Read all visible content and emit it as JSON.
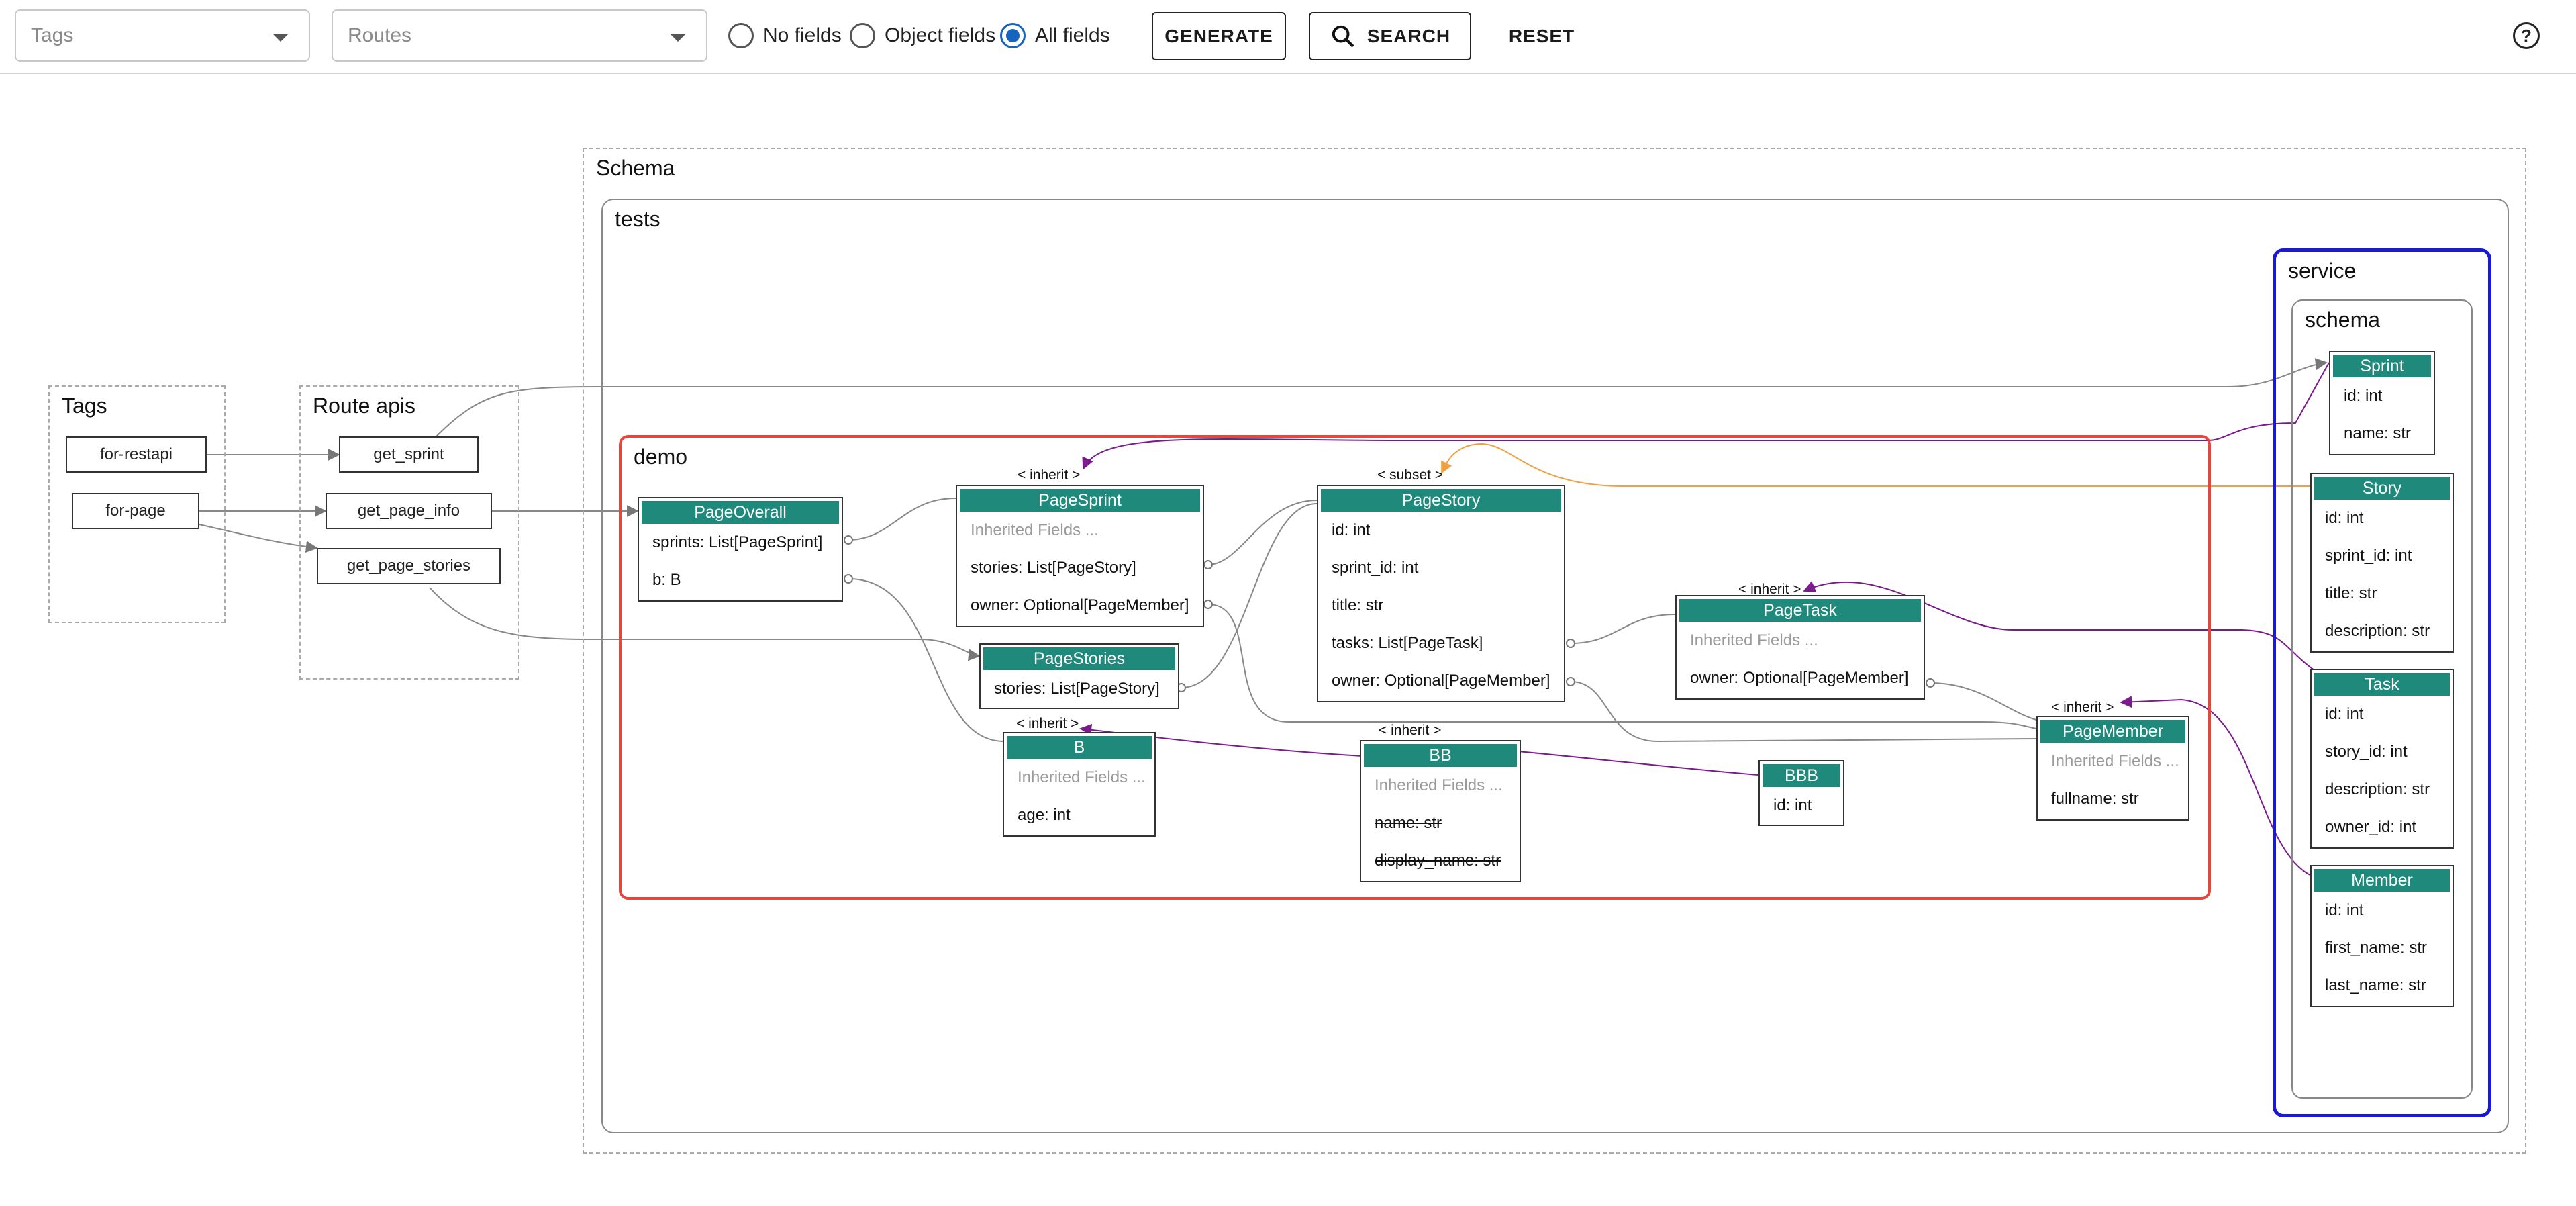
{
  "toolbar": {
    "tags_placeholder": "Tags",
    "routes_placeholder": "Routes",
    "radio_no_fields": "No fields",
    "radio_object_fields": "Object fields",
    "radio_all_fields": "All fields",
    "selected_radio": "All fields",
    "generate_label": "GENERATE",
    "search_label": "SEARCH",
    "reset_label": "RESET",
    "help_symbol": "?"
  },
  "clusters": {
    "tags": "Tags",
    "route_apis": "Route apis",
    "schema": "Schema",
    "tests": "tests",
    "demo": "demo",
    "service": "service",
    "service_schema": "schema"
  },
  "tags": [
    "for-restapi",
    "for-page"
  ],
  "routes": [
    "get_sprint",
    "get_page_info",
    "get_page_stories"
  ],
  "nodes": {
    "page_overall": {
      "title": "PageOverall",
      "fields": [
        "sprints: List[PageSprint]",
        "b: B"
      ]
    },
    "page_sprint": {
      "title": "PageSprint",
      "fields": [
        "Inherited Fields ...",
        "stories: List[PageStory]",
        "owner: Optional[PageMember]"
      ]
    },
    "page_stories": {
      "title": "PageStories",
      "fields": [
        "stories: List[PageStory]"
      ]
    },
    "page_story": {
      "title": "PageStory",
      "fields": [
        "id: int",
        "sprint_id: int",
        "title: str",
        "tasks: List[PageTask]",
        "owner: Optional[PageMember]"
      ]
    },
    "page_task": {
      "title": "PageTask",
      "fields": [
        "Inherited Fields ...",
        "owner: Optional[PageMember]"
      ]
    },
    "page_member": {
      "title": "PageMember",
      "fields": [
        "Inherited Fields ...",
        "fullname: str"
      ]
    },
    "b": {
      "title": "B",
      "fields": [
        "Inherited Fields ...",
        "age: int"
      ]
    },
    "bb": {
      "title": "BB",
      "fields": [
        "Inherited Fields ...",
        "name: str",
        "display_name: str"
      ]
    },
    "bbb": {
      "title": "BBB",
      "fields": [
        "id: int"
      ]
    },
    "sprint": {
      "title": "Sprint",
      "fields": [
        "id: int",
        "name: str"
      ]
    },
    "story": {
      "title": "Story",
      "fields": [
        "id: int",
        "sprint_id: int",
        "title: str",
        "description: str"
      ]
    },
    "task": {
      "title": "Task",
      "fields": [
        "id: int",
        "story_id: int",
        "description: str",
        "owner_id: int"
      ]
    },
    "member": {
      "title": "Member",
      "fields": [
        "id: int",
        "first_name: str",
        "last_name: str"
      ]
    }
  },
  "edge_labels": {
    "inherit_sprint": "< inherit >",
    "subset_story": "< subset >",
    "inherit_task": "< inherit >",
    "inherit_member": "< inherit >",
    "inherit_b": "< inherit >",
    "inherit_bb": "< inherit >"
  },
  "colors": {
    "accent_blue": "#1565c0",
    "node_header": "#1f8a7c",
    "demo_border": "#e8453c",
    "service_border": "#1a1ad6",
    "inherit_edge": "#7b1a8c",
    "subset_edge": "#f0a040",
    "link_edge": "#888888"
  }
}
